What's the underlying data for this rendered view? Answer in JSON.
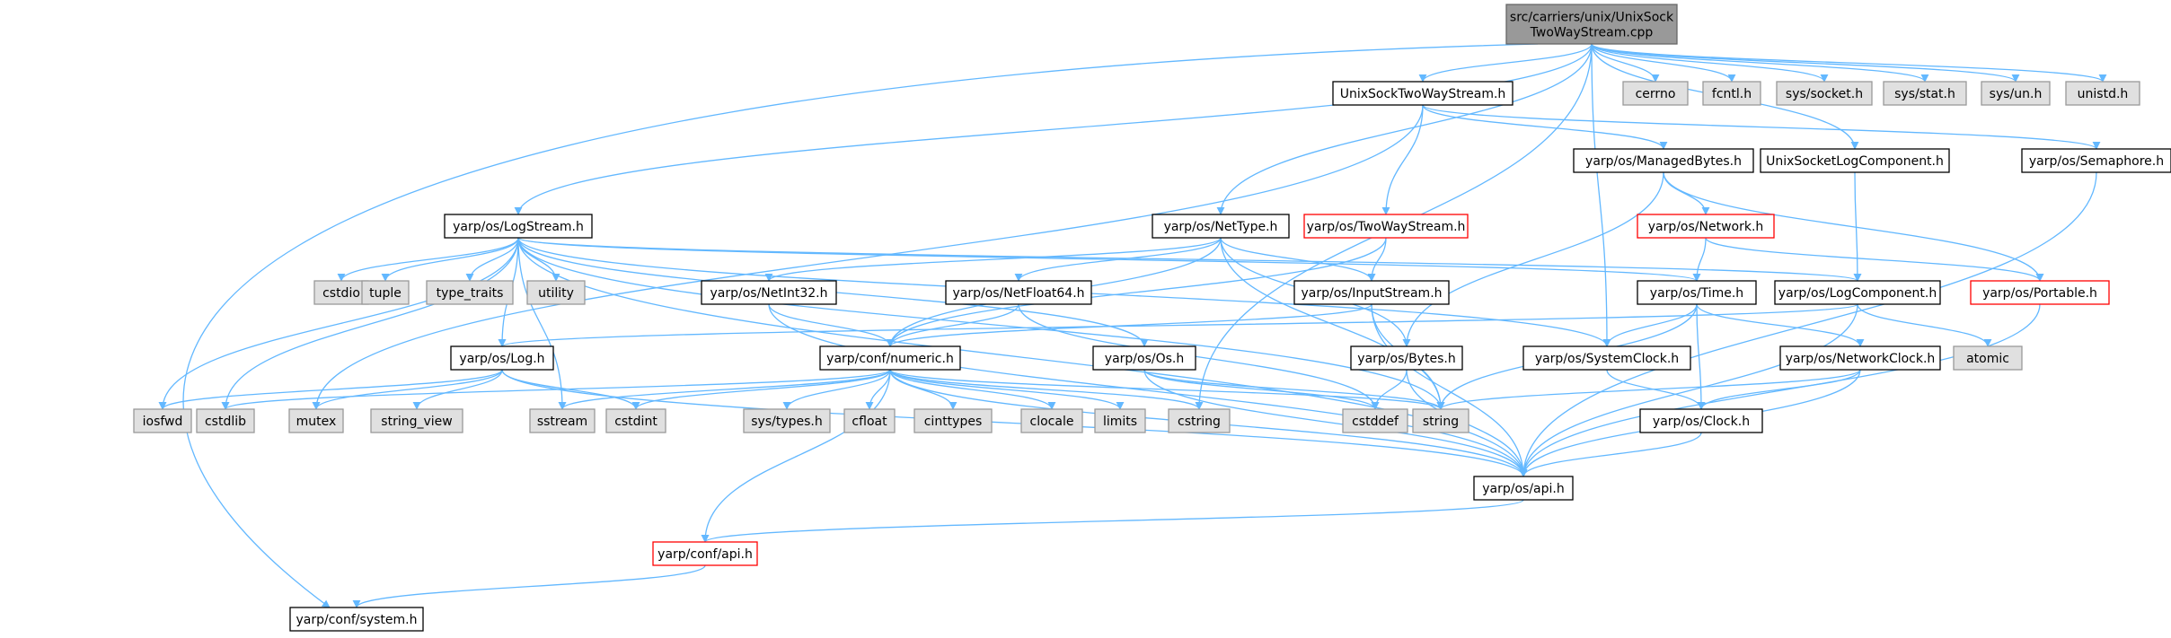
{
  "colors": {
    "edge": "#63b8ff",
    "root_fill": "#999999",
    "node_fill": "#ffffff",
    "node_border": "#000000",
    "external_fill": "#e0e0e0",
    "external_border": "#999999",
    "truncated_border": "#ff0000",
    "text": "#000000"
  },
  "nodes": {
    "root": [
      "src/carriers/unix/UnixSock",
      "TwoWayStream.cpp"
    ],
    "unixsocktwowaystream": "UnixSockTwoWayStream.h",
    "cerrno": "cerrno",
    "fcntl": "fcntl.h",
    "syssocket": "sys/socket.h",
    "sysstat": "sys/stat.h",
    "sysun": "sys/un.h",
    "unistd": "unistd.h",
    "managedbytes": "yarp/os/ManagedBytes.h",
    "unixsocketlogcomponent": "UnixSocketLogComponent.h",
    "semaphore": "yarp/os/Semaphore.h",
    "logstream": "yarp/os/LogStream.h",
    "nettype": "yarp/os/NetType.h",
    "twowaystream": "yarp/os/TwoWayStream.h",
    "network": "yarp/os/Network.h",
    "cstdio": "cstdio",
    "tuple": "tuple",
    "type_traits": "type_traits",
    "utility": "utility",
    "netint32": "yarp/os/NetInt32.h",
    "netfloat64": "yarp/os/NetFloat64.h",
    "inputstream": "yarp/os/InputStream.h",
    "time": "yarp/os/Time.h",
    "logcomponent": "yarp/os/LogComponent.h",
    "portable": "yarp/os/Portable.h",
    "log": "yarp/os/Log.h",
    "numeric": "yarp/conf/numeric.h",
    "os": "yarp/os/Os.h",
    "bytes": "yarp/os/Bytes.h",
    "systemclock": "yarp/os/SystemClock.h",
    "networkclock": "yarp/os/NetworkClock.h",
    "atomic": "atomic",
    "iosfwd": "iosfwd",
    "cstdlib": "cstdlib",
    "mutex": "mutex",
    "string_view": "string_view",
    "sstream": "sstream",
    "cstdint": "cstdint",
    "systypes": "sys/types.h",
    "cfloat": "cfloat",
    "cinttypes": "cinttypes",
    "clocale": "clocale",
    "limits": "limits",
    "cstring": "cstring",
    "cstddef": "cstddef",
    "string": "string",
    "clock": "yarp/os/Clock.h",
    "osapi": "yarp/os/api.h",
    "confapi": "yarp/conf/api.h",
    "system": "yarp/conf/system.h"
  }
}
